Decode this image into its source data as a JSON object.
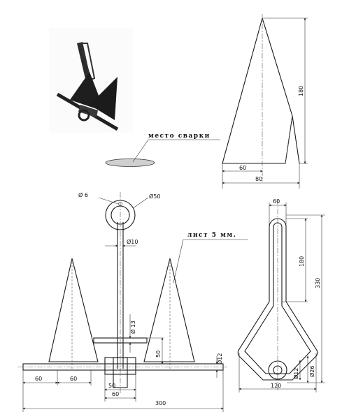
{
  "callouts": {
    "weld": "место сварки",
    "sheet": "лист 5 мм."
  },
  "dims": {
    "d_small_ring": "Ø 6",
    "d_ring": "Ø50",
    "d_rod": "Ø10",
    "d_stock": "Ø 13",
    "d_bar": "Ø12",
    "h_crossbar": "50",
    "fluke_base": "60",
    "fluke_width": "60",
    "fluke_total": "80",
    "fluke_height": "180",
    "shank_sleeve": "50",
    "shank_bottom": "60",
    "overall_width": "300",
    "side_top": "60",
    "side_upper": "180",
    "side_total": "330",
    "side_bottom": "120",
    "side_hole_inner": "Ø12",
    "side_hole_outer": "Ø26"
  }
}
